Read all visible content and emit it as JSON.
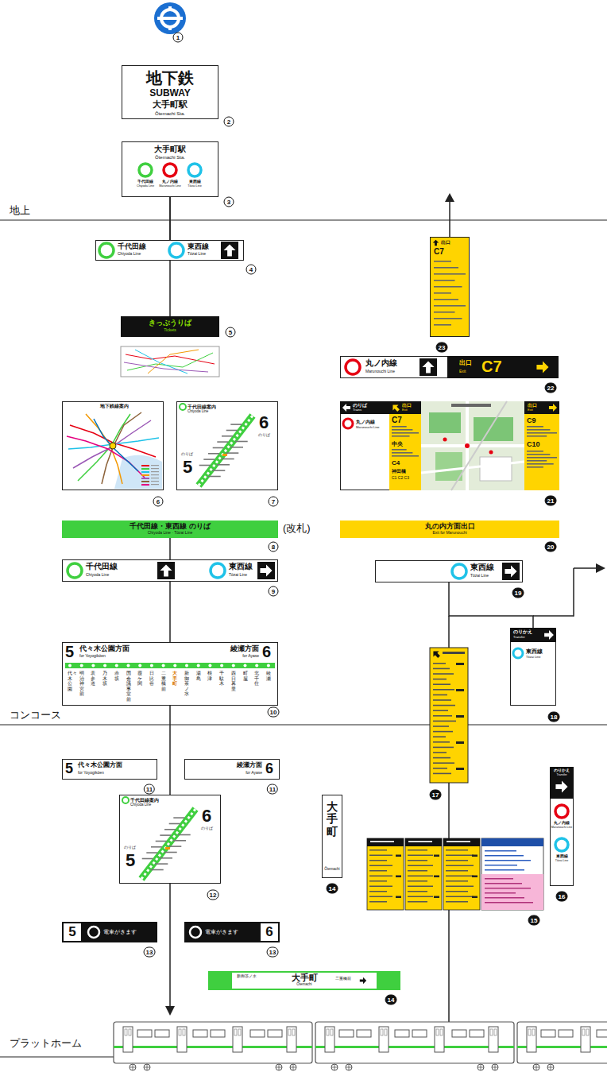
{
  "diagram": {
    "nodes": [
      {
        "text": [
          "地下鉄",
          "SUBWAY",
          "大手町駅",
          "Ōtemachi Sta."
        ]
      },
      {
        "text": [
          "大手町駅",
          "Ōtemachi Sta."
        ]
      },
      {
        "text": [
          "千代田線",
          "Chiyoda Line"
        ],
        "in": 1
      },
      {
        "text": [
          "丸ノ内線",
          "Marunouchi Line"
        ],
        "in": 1
      },
      {
        "text": [
          "東西線",
          "Tōzai Line"
        ],
        "in": 1
      },
      {
        "text": [
          "千代田線",
          "Chiyoda Line",
          "東西線",
          "Tōzai Line"
        ]
      },
      {
        "text": [
          "出口",
          "C7"
        ]
      },
      {
        "text": [
          "きっぷうりば",
          "Tickets"
        ]
      },
      {
        "text": [
          "丸ノ内線",
          "Marunouchi Line",
          "出口",
          "Exit",
          "C7"
        ]
      },
      {
        "text": [
          "地下鉄線案内"
        ]
      },
      {
        "text": [
          "千代田線案内",
          "Chiyoda Line",
          "6",
          "のりば",
          "のりば",
          "5"
        ]
      },
      {
        "text": [
          "のりば",
          "Trains",
          "丸ノ内線",
          "Marunouchi Line",
          "出口",
          "Exit",
          "C7",
          "中央",
          "C4",
          "神田橋",
          "C1 C2 C3",
          "出口",
          "Exit",
          "C9",
          "C10"
        ]
      },
      {
        "text": [
          "千代田線・東西線 のりば",
          "Chiyoda Line · Tōzai Line"
        ]
      },
      {
        "text": [
          "丸の内方面出口",
          "Exit for Marunouchi"
        ]
      },
      {
        "text": [
          "千代田線",
          "Chiyoda Line",
          "東西線",
          "Tōzai Line"
        ]
      },
      {
        "text": [
          "東西線",
          "Tōzai Line"
        ]
      },
      {
        "text": [
          "のりかえ",
          "Transfer",
          "東西線",
          "Tōzai Line"
        ]
      },
      {
        "text": [
          "5",
          "代々木公園方面",
          "for Yoyogikōen",
          "綾瀬方面",
          "for Ayase",
          "6",
          "代々木公園",
          "明治神宮前",
          "表参道",
          "乃木坂",
          "赤坂",
          "国会議事堂前",
          "霞ケ関",
          "日比谷",
          "二重橋前",
          "大手町",
          "新御茶ノ水",
          "湯島",
          "根津",
          "千駄木",
          "西日暮里",
          "町屋",
          "北千住",
          "綾瀬"
        ]
      },
      {
        "text": [
          "5",
          "代々木公園方面",
          "for Yoyogikōen"
        ]
      },
      {
        "text": [
          "綾瀬方面",
          "for Ayase",
          "6"
        ]
      },
      {
        "text": [
          "千代田線案内",
          "Chiyoda Line",
          "6",
          "のりば",
          "のりば",
          "5"
        ]
      },
      {
        "text": [
          "大手町",
          "Ōtemachi"
        ]
      },
      {
        "text": [
          "のりかえ",
          "Transfer",
          "丸ノ内線",
          "Marunouchi Line",
          "東西線",
          "Tōzai Line"
        ]
      },
      {
        "text": [
          "5",
          "電車がきます"
        ]
      },
      {
        "text": [
          "電車がきます",
          "6"
        ]
      },
      {
        "text": [
          "新御茶ノ水",
          "大手町",
          "Ōtemachi",
          "二重橋前"
        ]
      }
    ],
    "edges": [
      {
        "from": 1,
        "to": 5,
        "arrow": "none"
      },
      {
        "from": 5,
        "to": 7,
        "arrow": "none"
      },
      {
        "from": 12,
        "to": 14,
        "arrow": "none"
      },
      {
        "from": 14,
        "to": 17,
        "arrow": "none"
      },
      {
        "from": 17,
        "to": 20,
        "arrow": "none"
      },
      {
        "from": 15,
        "to": 16,
        "arrow": "none"
      }
    ],
    "labels": [
      "1",
      "2",
      "3",
      "4",
      "5",
      "6",
      "7",
      "8",
      "9",
      "10",
      "11",
      "11",
      "12",
      "13",
      "13",
      "14",
      "14",
      "15",
      "16",
      "17",
      "18",
      "19",
      "20",
      "21",
      "22",
      "23",
      "地上",
      "コンコース",
      "プラットホーム",
      "(改札)"
    ]
  }
}
